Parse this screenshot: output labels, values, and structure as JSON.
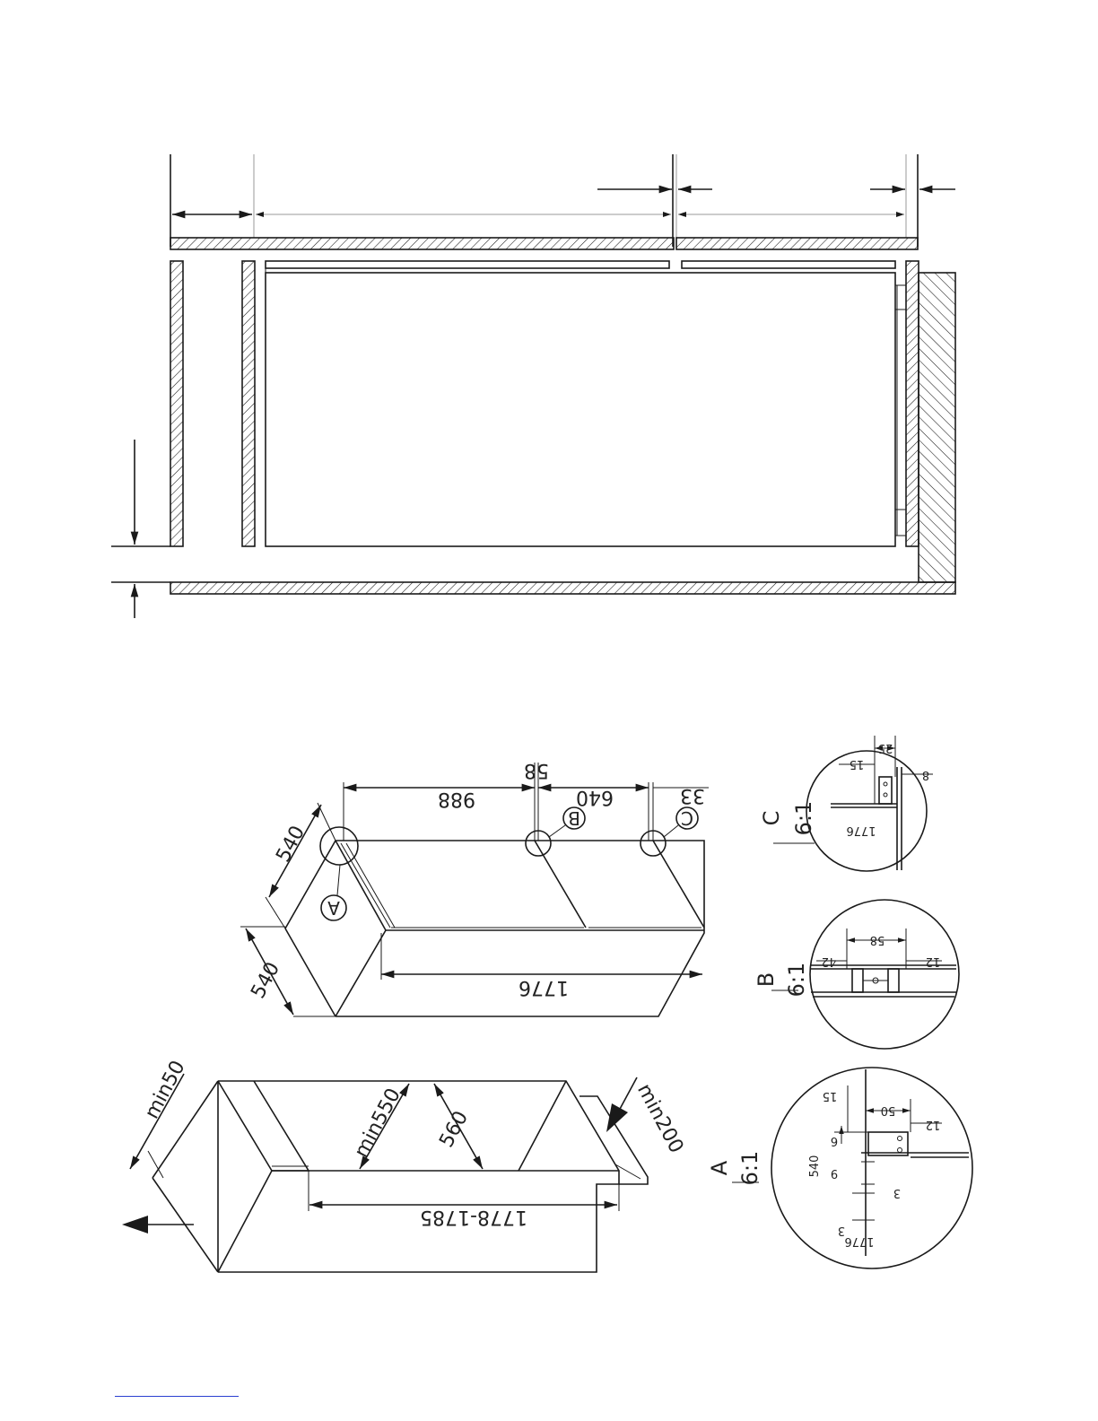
{
  "dimensions": {
    "d988": "988",
    "d58": "58",
    "d640": "640",
    "d33": "33",
    "d540_top": "540",
    "d540_side": "540",
    "d1776": "1776",
    "dmin50": "min50",
    "dmin550": "min550",
    "d560": "560",
    "d1778_1785": "1778-1785",
    "dmin200": "min200"
  },
  "callouts": {
    "A": "A",
    "B": "B",
    "C": "C"
  },
  "details": {
    "C": {
      "label": "C",
      "scale": "6:1",
      "d25": "25",
      "d15": "15",
      "d8": "8",
      "d1776": "1776"
    },
    "B": {
      "label": "B",
      "scale": "6:1",
      "d58": "58",
      "d42": "42",
      "d12": "12"
    },
    "A": {
      "label": "A",
      "scale": "6:1",
      "d15": "15",
      "d50": "50",
      "d12": "12",
      "d6": "6",
      "d540": "540",
      "d9": "9",
      "d3a": "3",
      "d3b": "3",
      "d1776": "1776"
    }
  }
}
